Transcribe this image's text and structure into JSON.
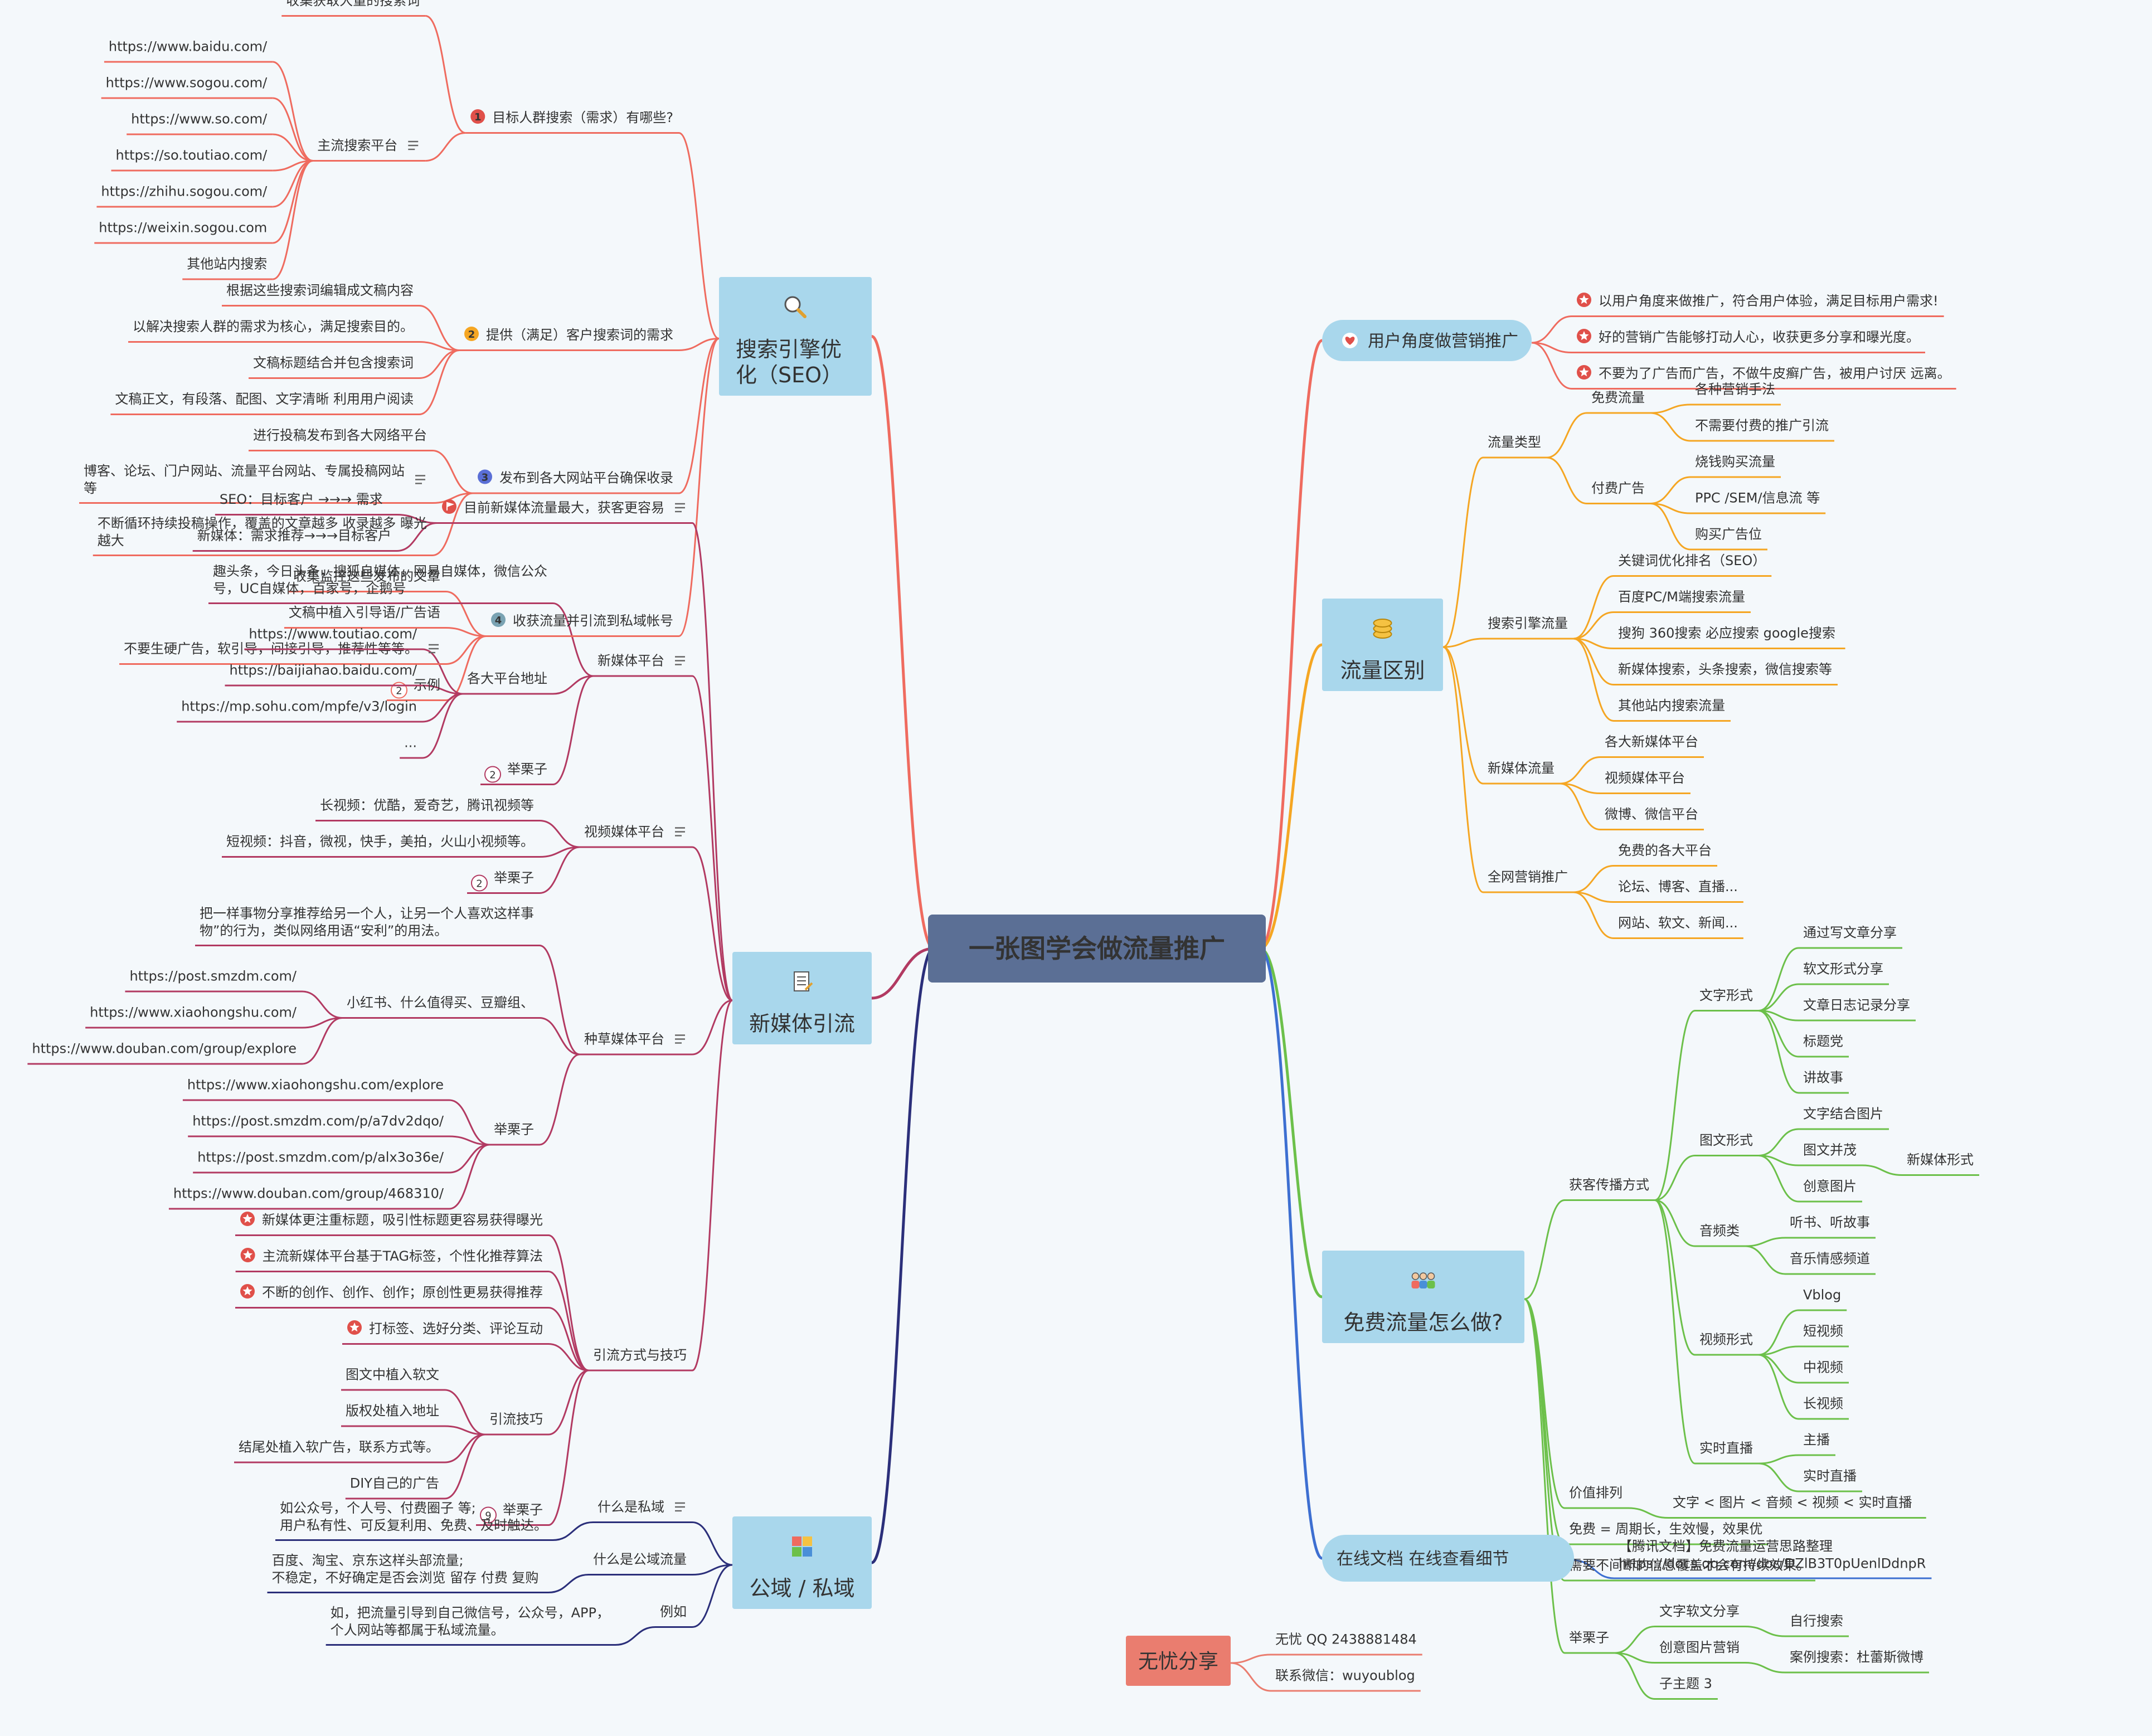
{
  "root": {
    "title": "一张图学会做流量推广"
  },
  "colors": {
    "root_bg": "#5b6f95",
    "topic_bg": "#a9d7ec",
    "canvas_bg": "#f4f8fb"
  },
  "left_branches": [
    {
      "id": "seo",
      "color": "#ef6b5f",
      "icon": "search-icon",
      "title_lines": [
        "搜索引擎优",
        "化（SEO）"
      ],
      "nodes": [
        {
          "text": "目标人群搜索（需求）有哪些?",
          "marker": "1",
          "marker_color": "#e0504a",
          "children": [
            {
              "text": "收集获取大量的搜索词"
            },
            {
              "text": "主流搜索平台",
              "note": true,
              "children": [
                {
                  "text": "https://www.baidu.com/"
                },
                {
                  "text": "https://www.sogou.com/"
                },
                {
                  "text": "https://www.so.com/"
                },
                {
                  "text": "https://so.toutiao.com/"
                },
                {
                  "text": "https://zhihu.sogou.com/"
                },
                {
                  "text": "https://weixin.sogou.com"
                },
                {
                  "text": "其他站内搜索"
                }
              ]
            }
          ]
        },
        {
          "text": "提供（满足）客户搜索词的需求",
          "marker": "2",
          "marker_color": "#f5a623",
          "children": [
            {
              "text": "根据这些搜索词编辑成文稿内容"
            },
            {
              "text": "以解决搜索人群的需求为核心，满足搜索目的。"
            },
            {
              "text": "文稿标题结合并包含搜索词"
            },
            {
              "text": "文稿正文，有段落、配图、文字清晰 利用用户阅读"
            }
          ]
        },
        {
          "text": "发布到各大网站平台确保收录",
          "marker": "3",
          "marker_color": "#5a6fd6",
          "children": [
            {
              "text": "进行投稿发布到各大网络平台"
            },
            {
              "text": [
                "博客、论坛、门户网站、流量平台网站、专属投稿网站",
                "等"
              ],
              "note": true
            },
            {
              "text": [
                "不断循环持续投稿操作，覆盖的文章越多 收录越多 曝光",
                "越大"
              ]
            }
          ]
        },
        {
          "text": "收获流量并引流到私域帐号",
          "marker": "4",
          "marker_color": "#7aa3b3",
          "children": [
            {
              "text": "收集监控这些发布的文章"
            },
            {
              "text": "文稿中植入引导语/广告语"
            },
            {
              "text": "不要生硬广告，软引导，间接引导，推荐性等等。",
              "note": true
            },
            {
              "text": "示例",
              "count": "2"
            }
          ]
        }
      ]
    },
    {
      "id": "newmedia",
      "color": "#b23a62",
      "icon": "document-icon",
      "title_lines": [
        "新媒体引流"
      ],
      "nodes": [
        {
          "text": "目前新媒体流量最大，获客更容易",
          "marker": "flag",
          "marker_color": "#e0504a",
          "note": true,
          "children": [
            {
              "text": "SEO：目标客户  →→→  需求"
            },
            {
              "text": "新媒体：需求推荐→→→目标客户"
            }
          ]
        },
        {
          "text": "新媒体平台",
          "note": true,
          "children": [
            {
              "text": [
                "趣头条，今日头条，搜狐自媒体，网易自媒体，微信公众",
                "号，UC自媒体，百家号，企鹅号"
              ]
            },
            {
              "text": "各大平台地址",
              "children": [
                {
                  "text": "https://www.toutiao.com/"
                },
                {
                  "text": "https://baijiahao.baidu.com/"
                },
                {
                  "text": "https://mp.sohu.com/mpfe/v3/login"
                },
                {
                  "text": "..."
                }
              ]
            },
            {
              "text": "举栗子",
              "count": "2"
            }
          ]
        },
        {
          "text": "视频媒体平台",
          "note": true,
          "children": [
            {
              "text": "长视频：优酷，爱奇艺，腾讯视频等"
            },
            {
              "text": "短视频：抖音，微视，快手，美拍，火山小视频等。"
            },
            {
              "text": "举栗子",
              "count": "2"
            }
          ]
        },
        {
          "text": "种草媒体平台",
          "note": true,
          "children": [
            {
              "text": [
                "把一样事物分享推荐给另一个人，让另一个人喜欢这样事",
                "物”的行为，类似网络用语“安利”的用法。"
              ]
            },
            {
              "text": "小红书、什么值得买、豆瓣组、",
              "children": [
                {
                  "text": "https://post.smzdm.com/"
                },
                {
                  "text": "https://www.xiaohongshu.com/"
                },
                {
                  "text": "https://www.douban.com/group/explore"
                }
              ]
            },
            {
              "text": "举栗子",
              "children": [
                {
                  "text": "https://www.xiaohongshu.com/explore"
                },
                {
                  "text": "https://post.smzdm.com/p/a7dv2dqo/"
                },
                {
                  "text": "https://post.smzdm.com/p/alx3o36e/"
                },
                {
                  "text": "https://www.douban.com/group/468310/"
                }
              ]
            }
          ]
        },
        {
          "text": "引流方式与技巧",
          "children": [
            {
              "text": "新媒体更注重标题，吸引性标题更容易获得曝光",
              "marker": "star",
              "marker_color": "#e0504a"
            },
            {
              "text": "主流新媒体平台基于TAG标签，个性化推荐算法",
              "marker": "star",
              "marker_color": "#e0504a"
            },
            {
              "text": "不断的创作、创作、创作；原创性更易获得推荐",
              "marker": "star",
              "marker_color": "#e0504a"
            },
            {
              "text": "打标签、选好分类、评论互动",
              "marker": "star",
              "marker_color": "#e0504a"
            },
            {
              "text": "引流技巧",
              "children": [
                {
                  "text": "图文中植入软文"
                },
                {
                  "text": "版权处植入地址"
                },
                {
                  "text": "结尾处植入软广告，联系方式等。"
                },
                {
                  "text": "DIY自己的广告"
                }
              ]
            },
            {
              "text": "举栗子",
              "count": "9"
            }
          ]
        }
      ]
    },
    {
      "id": "domain",
      "color": "#2b2f7a",
      "icon": "calculator-icon",
      "title_lines": [
        "公域 / 私域"
      ],
      "nodes": [
        {
          "text": "什么是私域",
          "note": true,
          "children": [
            {
              "text": [
                "如公众号，个人号、付费圈子 等;",
                "用户私有性、可反复利用、免费、及时触达。"
              ]
            }
          ]
        },
        {
          "text": "什么是公域流量",
          "children": [
            {
              "text": [
                "百度、淘宝、京东这样头部流量;",
                "不稳定，不好确定是否会浏览 留存 付费  复购"
              ]
            }
          ]
        },
        {
          "text": "例如",
          "children": [
            {
              "text": [
                "如，把流量引导到自己微信号，公众号，APP，",
                "个人网站等都属于私域流量。"
              ]
            }
          ]
        }
      ]
    }
  ],
  "right_branches": [
    {
      "id": "user",
      "color": "#ef6b5f",
      "icon": "heart-icon",
      "title_lines": [
        "用户角度做营销推广"
      ],
      "nodes": [
        {
          "text": "以用户角度来做推广，符合用户体验，满足目标用户需求!",
          "marker": "star",
          "marker_color": "#e0504a"
        },
        {
          "text": "好的营销广告能够打动人心，收获更多分享和曝光度。",
          "marker": "star",
          "marker_color": "#e0504a"
        },
        {
          "text": "不要为了广告而广告，不做牛皮癣广告，被用户讨厌 远离。",
          "marker": "star",
          "marker_color": "#e0504a"
        }
      ]
    },
    {
      "id": "traffic",
      "color": "#f5a623",
      "icon": "coins-icon",
      "title_lines": [
        "流量区别"
      ],
      "nodes": [
        {
          "text": "流量类型",
          "children": [
            {
              "text": "免费流量",
              "children": [
                {
                  "text": "各种营销手法"
                },
                {
                  "text": "不需要付费的推广引流"
                }
              ]
            },
            {
              "text": "付费广告",
              "children": [
                {
                  "text": "烧钱购买流量"
                },
                {
                  "text": "PPC /SEM/信息流 等"
                },
                {
                  "text": "购买广告位"
                }
              ]
            }
          ]
        },
        {
          "text": "搜索引擎流量",
          "children": [
            {
              "text": "关键词优化排名（SEO）"
            },
            {
              "text": "百度PC/M端搜索流量"
            },
            {
              "text": "搜狗 360搜索 必应搜索  google搜索"
            },
            {
              "text": "新媒体搜索，头条搜索，微信搜索等"
            },
            {
              "text": "其他站内搜索流量"
            }
          ]
        },
        {
          "text": "新媒体流量",
          "children": [
            {
              "text": "各大新媒体平台"
            },
            {
              "text": "视频媒体平台"
            },
            {
              "text": "微博、微信平台"
            }
          ]
        },
        {
          "text": "全网营销推广",
          "children": [
            {
              "text": "免费的各大平台"
            },
            {
              "text": "论坛、博客、直播..."
            },
            {
              "text": "网站、软文、新闻..."
            }
          ]
        }
      ]
    },
    {
      "id": "free",
      "color": "#6cc04a",
      "icon": "people-icon",
      "title_lines": [
        "免费流量怎么做?"
      ],
      "nodes": [
        {
          "text": "获客传播方式",
          "children": [
            {
              "text": "文字形式",
              "children": [
                {
                  "text": "通过写文章分享"
                },
                {
                  "text": "软文形式分享"
                },
                {
                  "text": "文章日志记录分享"
                },
                {
                  "text": "标题党"
                },
                {
                  "text": "讲故事"
                }
              ]
            },
            {
              "text": "图文形式",
              "children": [
                {
                  "text": "文字结合图片"
                },
                {
                  "text": "图文并茂",
                  "children": [
                    {
                      "text": "新媒体形式"
                    }
                  ]
                },
                {
                  "text": "创意图片"
                }
              ]
            },
            {
              "text": "音频类",
              "children": [
                {
                  "text": "听书、听故事"
                },
                {
                  "text": "音乐情感频道"
                }
              ]
            },
            {
              "text": "视频形式",
              "children": [
                {
                  "text": "Vblog"
                },
                {
                  "text": "短视频"
                },
                {
                  "text": "中视频"
                },
                {
                  "text": "长视频"
                }
              ]
            },
            {
              "text": "实时直播",
              "children": [
                {
                  "text": "主播"
                },
                {
                  "text": "实时直播"
                }
              ]
            }
          ]
        },
        {
          "text": "价值排列",
          "children": [
            {
              "text": "文字 < 图片 < 音频 < 视频  <  实时直播"
            }
          ]
        },
        {
          "text": "免费 = 周期长，生效慢，效果优"
        },
        {
          "text": "需要不间断的信息覆盖才会有持续效果。"
        },
        {
          "text": "举栗子",
          "children": [
            {
              "text": "文字软文分享",
              "children": [
                {
                  "text": "自行搜索"
                }
              ]
            },
            {
              "text": "创意图片营销",
              "children": [
                {
                  "text": "案例搜索：杜蕾斯微博"
                }
              ]
            },
            {
              "text": "子主题 3"
            }
          ]
        }
      ]
    },
    {
      "id": "doc",
      "color": "#3d6fd1",
      "icon": "",
      "title_lines": [
        "在线文档  在线查看细节"
      ],
      "nodes": [
        {
          "text": [
            "【腾讯文档】免费流量运营思路整理",
            "https://docs.qq.com/doc/DZlB3T0pUenlDdnpR"
          ]
        }
      ]
    }
  ],
  "share": {
    "label": "无忧分享",
    "color": "#ea7d6f",
    "items": [
      {
        "text": "无忧 QQ 2438881484"
      },
      {
        "text": "联系微信：wuyoublog"
      }
    ]
  }
}
